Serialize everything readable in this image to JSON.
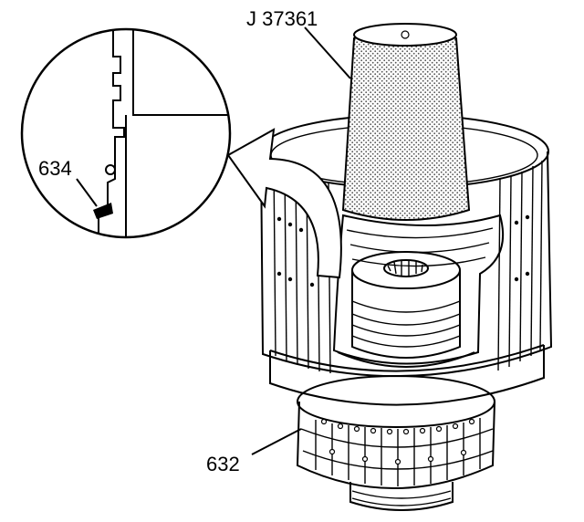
{
  "labels": {
    "tool": "J 37361",
    "top_part": "634",
    "bottom_part": "632"
  },
  "icons": [
    "installer-cone-icon",
    "curved-arrow-icon",
    "magnified-detail-icon"
  ]
}
